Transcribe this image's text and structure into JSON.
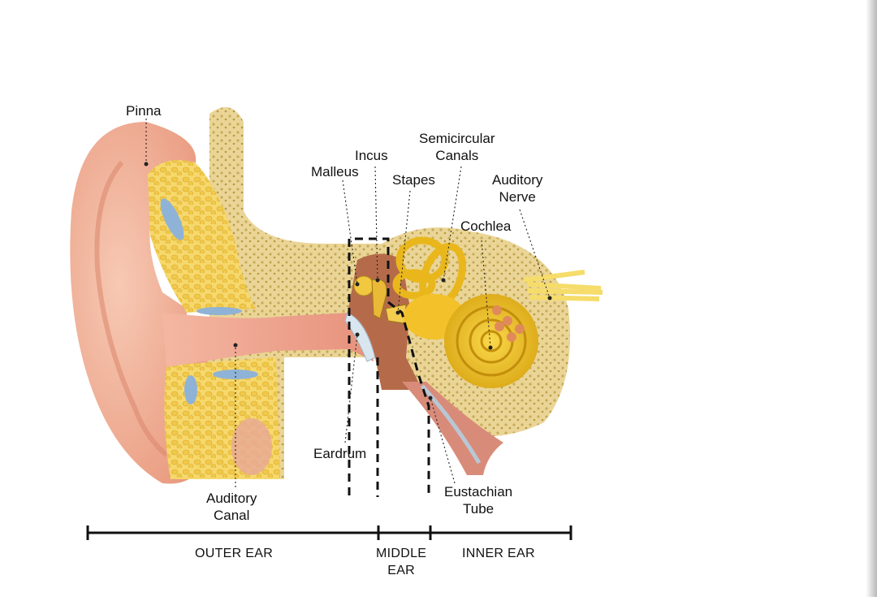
{
  "labels": {
    "pinna": "Pinna",
    "incus": "Incus",
    "malleus": "Malleus",
    "stapes": "Stapes",
    "semicircular_canals": [
      "Semicircular",
      "Canals"
    ],
    "auditory_nerve": [
      "Auditory",
      "Nerve"
    ],
    "cochlea": "Cochlea",
    "eardrum": "Eardrum",
    "auditory_canal": [
      "Auditory",
      "Canal"
    ],
    "eustachian_tube": [
      "Eustachian",
      "Tube"
    ]
  },
  "regions": {
    "outer": "OUTER EAR",
    "middle": [
      "MIDDLE",
      "EAR"
    ],
    "inner": "INNER EAR"
  },
  "colors": {
    "skin": "#f2b39a",
    "skin_dark": "#e0917a",
    "bone": "#e6d08c",
    "bone_dot": "#c9ad5a",
    "fat": "#f4d25e",
    "cartilage_blue": "#8fb3d6",
    "canal": "#f7c6b6",
    "cavity": "#b56b4a",
    "labyrinth": "#f3c22a",
    "nerve": "#f6dc6a",
    "tube": "#d98b79"
  }
}
